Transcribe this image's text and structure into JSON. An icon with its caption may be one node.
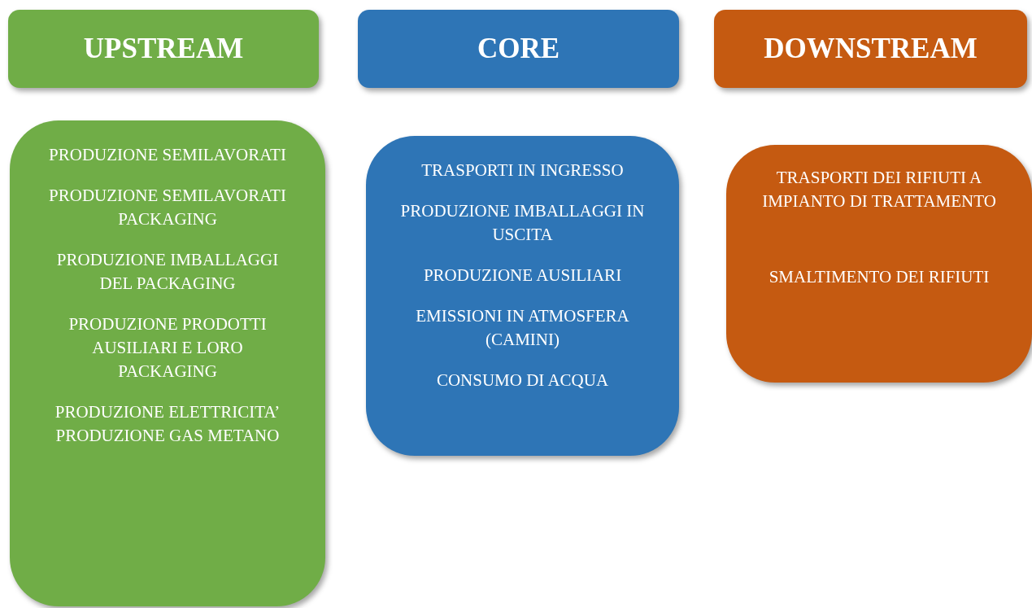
{
  "diagram": {
    "nodes": [
      {
        "text": [
          "UPSTREAM"
        ]
      },
      {
        "text": [
          "CORE"
        ]
      },
      {
        "text": [
          "DOWNSTREAM"
        ]
      },
      {
        "text": [
          "PRODUZIONE SEMILAVORATI",
          "PRODUZIONE SEMILAVORATI PACKAGING",
          "PRODUZIONE IMBALLAGGI DEL PACKAGING",
          "PRODUZIONE PRODOTTI AUSILIARI E LORO PACKAGING",
          "PRODUZIONE ELETTRICITA’ PRODUZIONE GAS METANO"
        ]
      },
      {
        "text": [
          "TRASPORTI IN INGRESSO",
          "PRODUZIONE IMBALLAGGI IN USCITA",
          "PRODUZIONE AUSILIARI",
          "EMISSIONI IN ATMOSFERA (CAMINI)",
          "CONSUMO DI ACQUA"
        ]
      },
      {
        "text": [
          "TRASPORTI DEI RIFIUTI A IMPIANTO DI TRATTAMENTO",
          "SMALTIMENTO DEI RIFIUTI"
        ]
      }
    ]
  }
}
